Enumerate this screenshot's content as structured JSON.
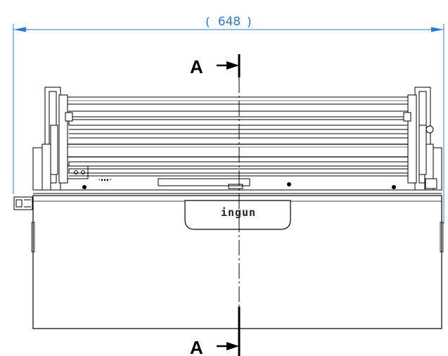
{
  "dimension": {
    "overall_width": "648"
  },
  "section": {
    "top_label": "A",
    "bottom_label": "A"
  },
  "logo": {
    "text": "ingun"
  },
  "colors": {
    "dimension_line": "#2a7bd6",
    "outline": "#000000"
  }
}
